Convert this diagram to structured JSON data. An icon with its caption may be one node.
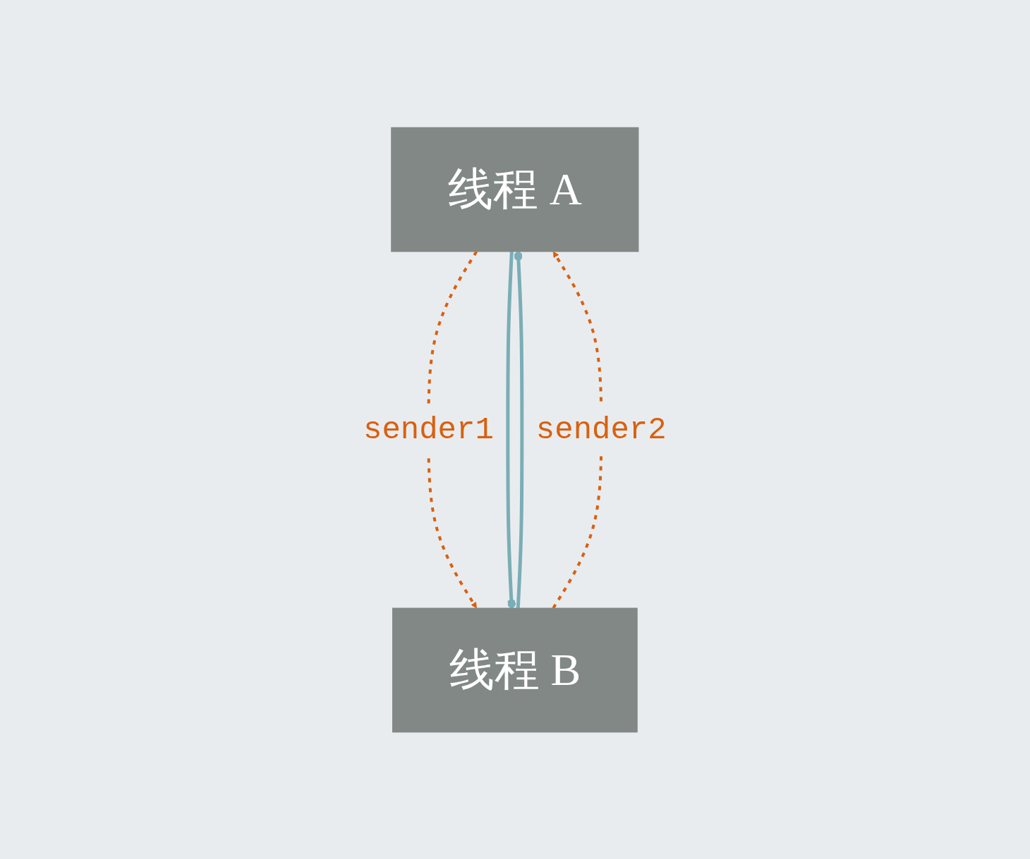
{
  "diagram": {
    "nodes": [
      {
        "text": [
          "线程 A"
        ]
      },
      {
        "text": [
          "线程 B"
        ]
      }
    ],
    "edges": [
      {
        "from": 0,
        "to": 1,
        "arrow": "to",
        "label": "sender1",
        "style": "dashed",
        "color": "#d9600f"
      },
      {
        "from": 1,
        "to": 0,
        "arrow": "other",
        "color": "#7aaeb6"
      },
      {
        "from": 0,
        "to": 1,
        "arrow": "other",
        "color": "#7aaeb6"
      },
      {
        "from": 1,
        "to": 0,
        "arrow": "to",
        "label": "sender2",
        "style": "dashed",
        "color": "#d9600f"
      }
    ]
  }
}
